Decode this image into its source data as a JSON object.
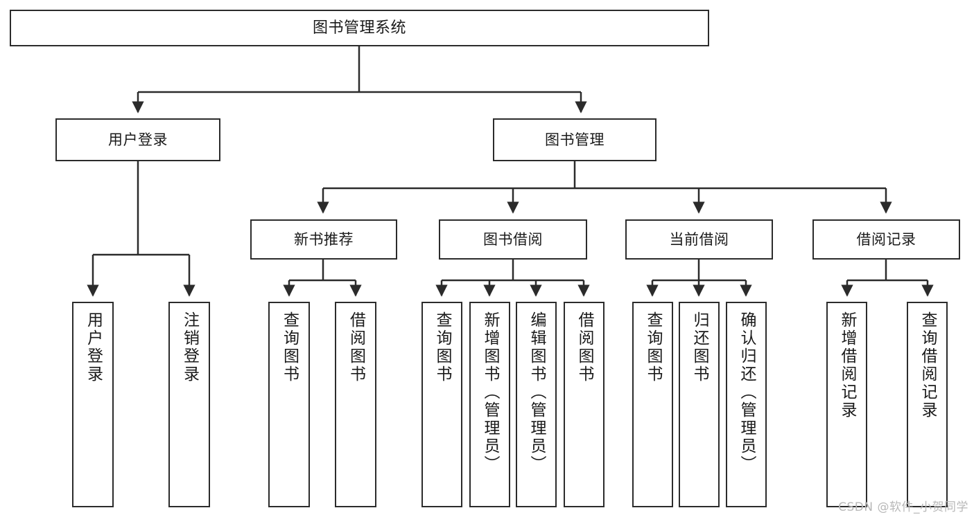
{
  "diagram": {
    "title": "图书管理系统",
    "type": "hierarchy-tree",
    "watermark": "CSDN @软件_小贺同学",
    "colors": {
      "border": "#2b2b2b",
      "background": "#ffffff",
      "text": "#1a1a1a",
      "watermark": "#b8b8b8"
    },
    "nodes": {
      "root": {
        "label": "图书管理系统"
      },
      "level1": [
        {
          "id": "user-login",
          "label": "用户登录"
        },
        {
          "id": "book-manage",
          "label": "图书管理"
        }
      ],
      "level2": [
        {
          "id": "new-book-recommend",
          "label": "新书推荐"
        },
        {
          "id": "book-borrow",
          "label": "图书借阅"
        },
        {
          "id": "current-borrow",
          "label": "当前借阅"
        },
        {
          "id": "borrow-record",
          "label": "借阅记录"
        }
      ],
      "leaves": {
        "user-login": [
          {
            "id": "leaf-user-login",
            "label": "用户登录"
          },
          {
            "id": "leaf-logout",
            "label": "注销登录"
          }
        ],
        "new-book-recommend": [
          {
            "id": "leaf-query-book-1",
            "label": "查询图书"
          },
          {
            "id": "leaf-borrow-book-1",
            "label": "借阅图书"
          }
        ],
        "book-borrow": [
          {
            "id": "leaf-query-book-2",
            "label": "查询图书"
          },
          {
            "id": "leaf-add-book",
            "label": "新增图书（管理员）"
          },
          {
            "id": "leaf-edit-book",
            "label": "编辑图书（管理员）"
          },
          {
            "id": "leaf-borrow-book-2",
            "label": "借阅图书"
          }
        ],
        "current-borrow": [
          {
            "id": "leaf-query-book-3",
            "label": "查询图书"
          },
          {
            "id": "leaf-return-book",
            "label": "归还图书"
          },
          {
            "id": "leaf-confirm-return",
            "label": "确认归还（管理员）"
          }
        ],
        "borrow-record": [
          {
            "id": "leaf-add-record",
            "label": "新增借阅记录"
          },
          {
            "id": "leaf-query-record",
            "label": "查询借阅记录"
          }
        ]
      }
    }
  }
}
